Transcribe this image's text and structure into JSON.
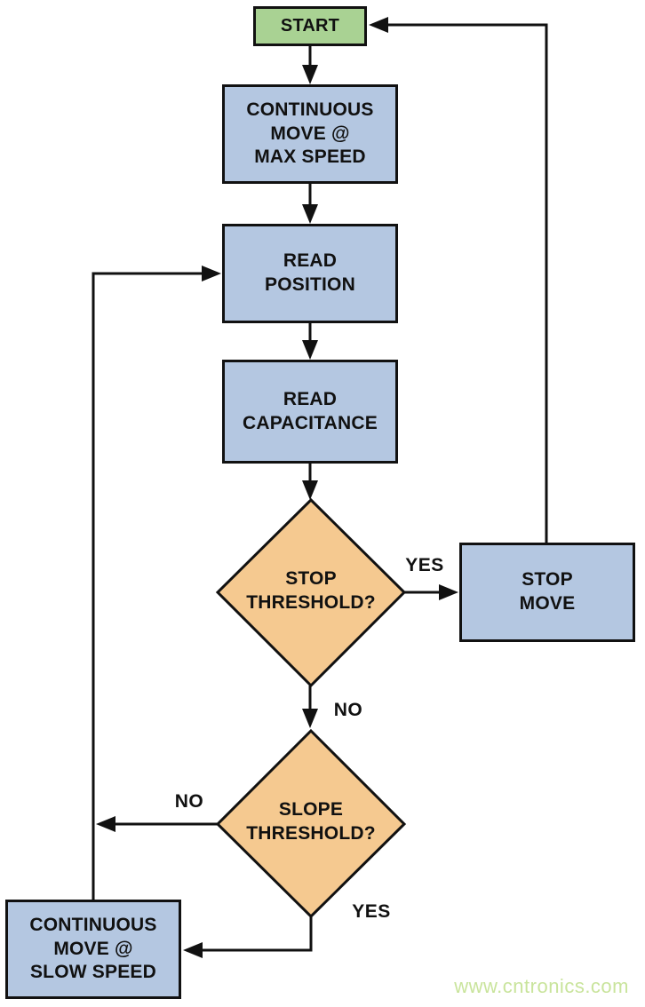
{
  "colors": {
    "background": "#ffffff",
    "process_fill": "#b4c7e1",
    "terminator_fill": "#a9d293",
    "decision_fill": "#f5c990",
    "stroke": "#111111",
    "text": "#111111",
    "watermark": "#c9e49c"
  },
  "nodes": {
    "start": {
      "label": "START",
      "type": "terminator"
    },
    "move_max": {
      "label": "CONTINUOUS\nMOVE @\nMAX SPEED",
      "type": "process"
    },
    "read_position": {
      "label": "READ\nPOSITION",
      "type": "process"
    },
    "read_capacitance": {
      "label": "READ\nCAPACITANCE",
      "type": "process"
    },
    "stop_threshold": {
      "label": "STOP\nTHRESHOLD?",
      "type": "decision"
    },
    "stop_move": {
      "label": "STOP\nMOVE",
      "type": "process"
    },
    "slope_threshold": {
      "label": "SLOPE\nTHRESHOLD?",
      "type": "decision"
    },
    "move_slow": {
      "label": "CONTINUOUS\nMOVE @\nSLOW SPEED",
      "type": "process"
    }
  },
  "edge_labels": {
    "stop_yes": "YES",
    "stop_no": "NO",
    "slope_no": "NO",
    "slope_yes": "YES"
  },
  "edges": [
    {
      "from": "start",
      "to": "move_max",
      "label": ""
    },
    {
      "from": "move_max",
      "to": "read_position",
      "label": ""
    },
    {
      "from": "read_position",
      "to": "read_capacitance",
      "label": ""
    },
    {
      "from": "read_capacitance",
      "to": "stop_threshold",
      "label": ""
    },
    {
      "from": "stop_threshold",
      "to": "stop_move",
      "label": "YES"
    },
    {
      "from": "stop_threshold",
      "to": "slope_threshold",
      "label": "NO"
    },
    {
      "from": "stop_move",
      "to": "start",
      "label": ""
    },
    {
      "from": "slope_threshold",
      "to": "read_position",
      "label": "NO"
    },
    {
      "from": "slope_threshold",
      "to": "move_slow",
      "label": "YES"
    },
    {
      "from": "move_slow",
      "to": "read_position",
      "label": ""
    }
  ],
  "watermark": "www.cntronics.com"
}
